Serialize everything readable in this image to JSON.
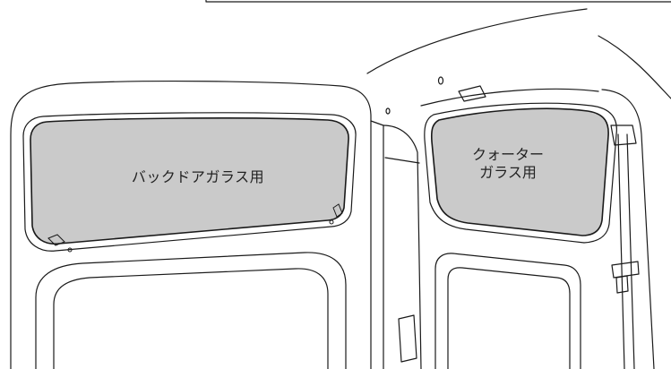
{
  "labels": {
    "back_door_glass": "バックドアガラス用",
    "quarter_glass_line1": "クォーター",
    "quarter_glass_line2": "ガラス用"
  },
  "colors": {
    "background": "#ffffff",
    "outline": "#1a1a1a",
    "shade_fill": "#cacaca",
    "label_text": "#222222"
  }
}
